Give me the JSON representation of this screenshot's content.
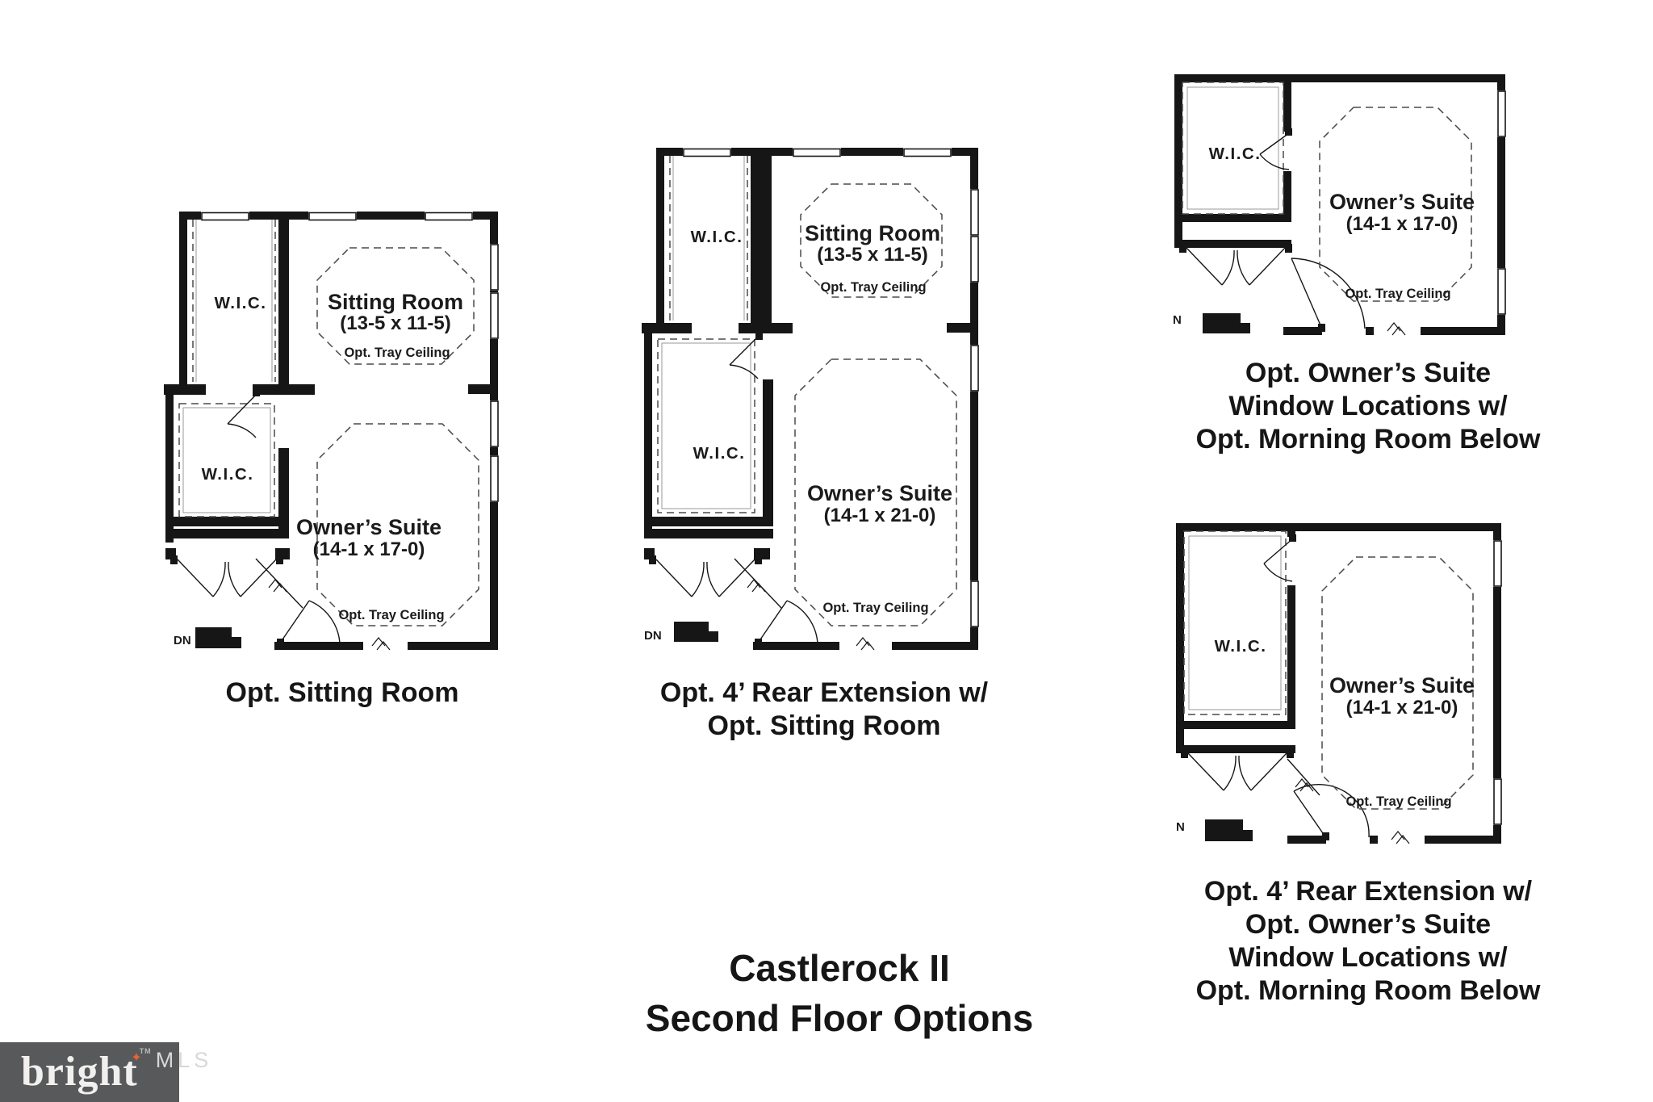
{
  "title": {
    "line1": "Castlerock II",
    "line2": "Second Floor Options"
  },
  "plans": [
    {
      "caption": [
        "Opt. Sitting Room"
      ],
      "wic_top": "W.I.C.",
      "wic_lower": "W.I.C.",
      "sitting": {
        "name": "Sitting Room",
        "dims": "(13-5 x 11-5)",
        "tray": "Opt. Tray Ceiling"
      },
      "owners": {
        "name": "Owner’s Suite",
        "dims": "(14-1 x 17-0)",
        "tray": "Opt. Tray Ceiling"
      },
      "stair": "DN"
    },
    {
      "caption": [
        "Opt. 4’ Rear Extension w/",
        "Opt. Sitting Room"
      ],
      "wic_top": "W.I.C.",
      "wic_lower": "W.I.C.",
      "sitting": {
        "name": "Sitting Room",
        "dims": "(13-5 x 11-5)",
        "tray": "Opt. Tray Ceiling"
      },
      "owners": {
        "name": "Owner’s Suite",
        "dims": "(14-1 x 21-0)",
        "tray": "Opt. Tray Ceiling"
      },
      "stair": "DN"
    },
    {
      "caption": [
        "Opt. Owner’s Suite",
        "Window Locations w/",
        "Opt. Morning Room Below"
      ],
      "wic": "W.I.C.",
      "owners": {
        "name": "Owner’s Suite",
        "dims": "(14-1 x 17-0)",
        "tray": "Opt. Tray Ceiling"
      },
      "stair": "N"
    },
    {
      "caption": [
        "Opt. 4’ Rear Extension w/",
        "Opt. Owner’s Suite",
        "Window Locations w/",
        "Opt. Morning Room Below"
      ],
      "wic": "W.I.C.",
      "owners": {
        "name": "Owner’s Suite",
        "dims": "(14-1 x 21-0)",
        "tray": "Opt. Tray Ceiling"
      },
      "stair": "N"
    }
  ],
  "logo": {
    "brand": "bright",
    "tm": "TM",
    "mls": "MLS"
  },
  "colors": {
    "wall": "#161616",
    "logo_background": "#58595b",
    "logo_star": "#e8632e",
    "background": "#ffffff"
  }
}
